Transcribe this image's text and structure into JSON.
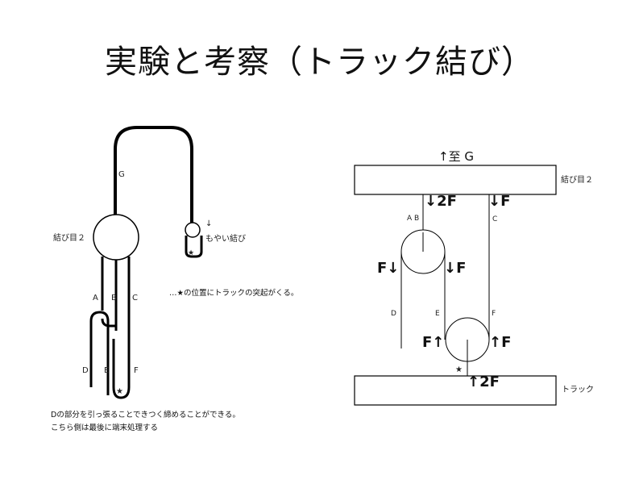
{
  "title": "実験と考察（トラック結び）",
  "left": {
    "label_g": "G",
    "knot2_label": "結び目２",
    "arrow_down": "↓",
    "moyai_label": "もやい結び",
    "label_a": "A",
    "label_b": "B",
    "label_c": "C",
    "label_d": "D",
    "label_e": "E",
    "label_f": "F",
    "star": "★",
    "note_position": "…★の位置にトラックの突起がくる。",
    "note_line1": "Dの部分を引っ張ることできつく締めることができる。",
    "note_line2": "こちら側は最後に端末処理する"
  },
  "right": {
    "to_g": "↑至 G",
    "knot2_label": "結び目２",
    "force_2f_down": "↓2F",
    "force_f_down_right": "↓F",
    "label_ab": "A B",
    "label_c": "C",
    "force_f_down_left": "F↓",
    "force_f_down_mid": "↓F",
    "label_d": "D",
    "label_e": "E",
    "label_f": "F",
    "force_f_up_left": "F↑",
    "force_f_up_right": "↑F",
    "star": "★",
    "force_2f_up": "↑2F",
    "truck_label": "トラック"
  }
}
